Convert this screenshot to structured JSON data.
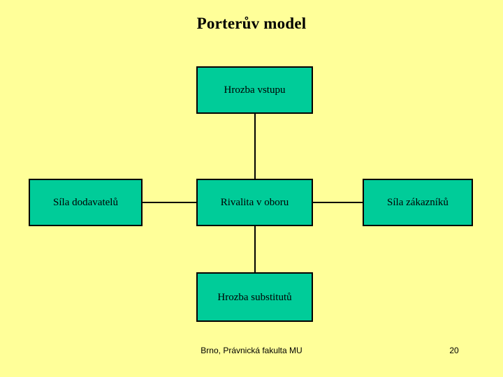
{
  "slide": {
    "title": "Porterův model",
    "background_color": "#FFFF99",
    "box_fill_color": "#00CC99",
    "box_border_color": "#000000",
    "text_color": "#000000"
  },
  "diagram": {
    "type": "porter-five-forces",
    "boxes": [
      {
        "id": "entry",
        "label": "Hrozba vstupu",
        "position": "top"
      },
      {
        "id": "suppliers",
        "label": "Síla dodavatelů",
        "position": "left"
      },
      {
        "id": "rivalry",
        "label": "Rivalita v oboru",
        "position": "center"
      },
      {
        "id": "customers",
        "label": "Síla zákazníků",
        "position": "right"
      },
      {
        "id": "substitutes",
        "label": "Hrozba substitutů",
        "position": "bottom"
      }
    ],
    "connectors": [
      {
        "from": "entry",
        "to": "rivalry",
        "orientation": "vertical"
      },
      {
        "from": "suppliers",
        "to": "rivalry",
        "orientation": "horizontal"
      },
      {
        "from": "rivalry",
        "to": "customers",
        "orientation": "horizontal"
      },
      {
        "from": "rivalry",
        "to": "substitutes",
        "orientation": "vertical"
      }
    ]
  },
  "footer": {
    "text": "Brno, Právnická fakulta MU",
    "page_number": "20"
  }
}
